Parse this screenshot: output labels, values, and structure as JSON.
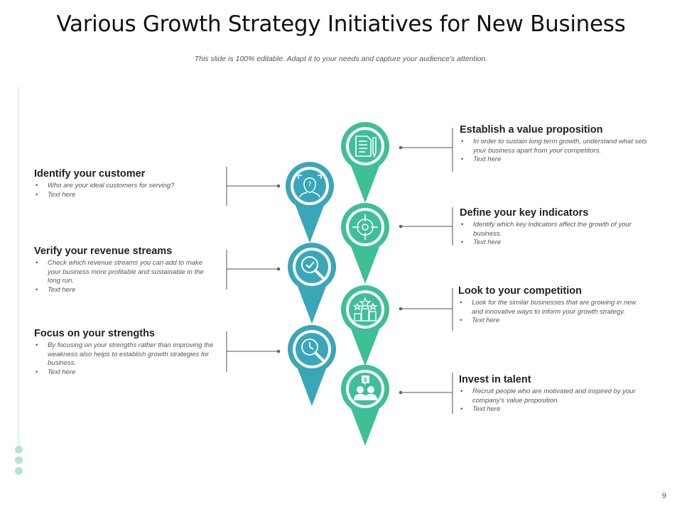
{
  "title": "Various Growth Strategy Initiatives for New Business",
  "subtitle": "This slide is 100% editable. Adapt it to your needs and capture your audience's attention.",
  "page_number": "9",
  "colors": {
    "teal": "#3aa6b9",
    "green": "#3ebf95",
    "line": "#555555",
    "accent_line": "#bfe7de"
  },
  "left_items": [
    {
      "title": "Identify your customer",
      "bullets": [
        "Who are your ideal customers for serving?",
        "Text here"
      ],
      "icon": "customer-question-icon"
    },
    {
      "title": "Verify your revenue streams",
      "bullets": [
        "Check which revenue streams you can add to make your business more profitable and sustainable in the long run.",
        "Text here"
      ],
      "icon": "magnifier-check-icon"
    },
    {
      "title": "Focus on your strengths",
      "bullets": [
        "By focusing on your strengths rather than improving the weakness also helps to establish growth strategies for business.",
        "Text here"
      ],
      "icon": "magnifier-clock-icon"
    }
  ],
  "right_items": [
    {
      "title": "Establish a value proposition",
      "bullets": [
        "In order to sustain long term growth, understand what sets your business apart from your competitors.",
        "Text here"
      ],
      "icon": "document-pencil-icon"
    },
    {
      "title": "Define your key indicators",
      "bullets": [
        "Identify which key indicators affect the growth of your business.",
        "Text here"
      ],
      "icon": "crosshair-target-icon"
    },
    {
      "title": "Look to your competition",
      "bullets": [
        "Look for the  similar businesses that are growing in new and innovative ways to inform your growth strategy.",
        "Text here"
      ],
      "icon": "podium-stars-icon"
    },
    {
      "title": "Invest in talent",
      "bullets": [
        "Recruit people who are motivated and inspired by your company's value proposition.",
        "Text here"
      ],
      "icon": "people-dollar-icon"
    }
  ]
}
